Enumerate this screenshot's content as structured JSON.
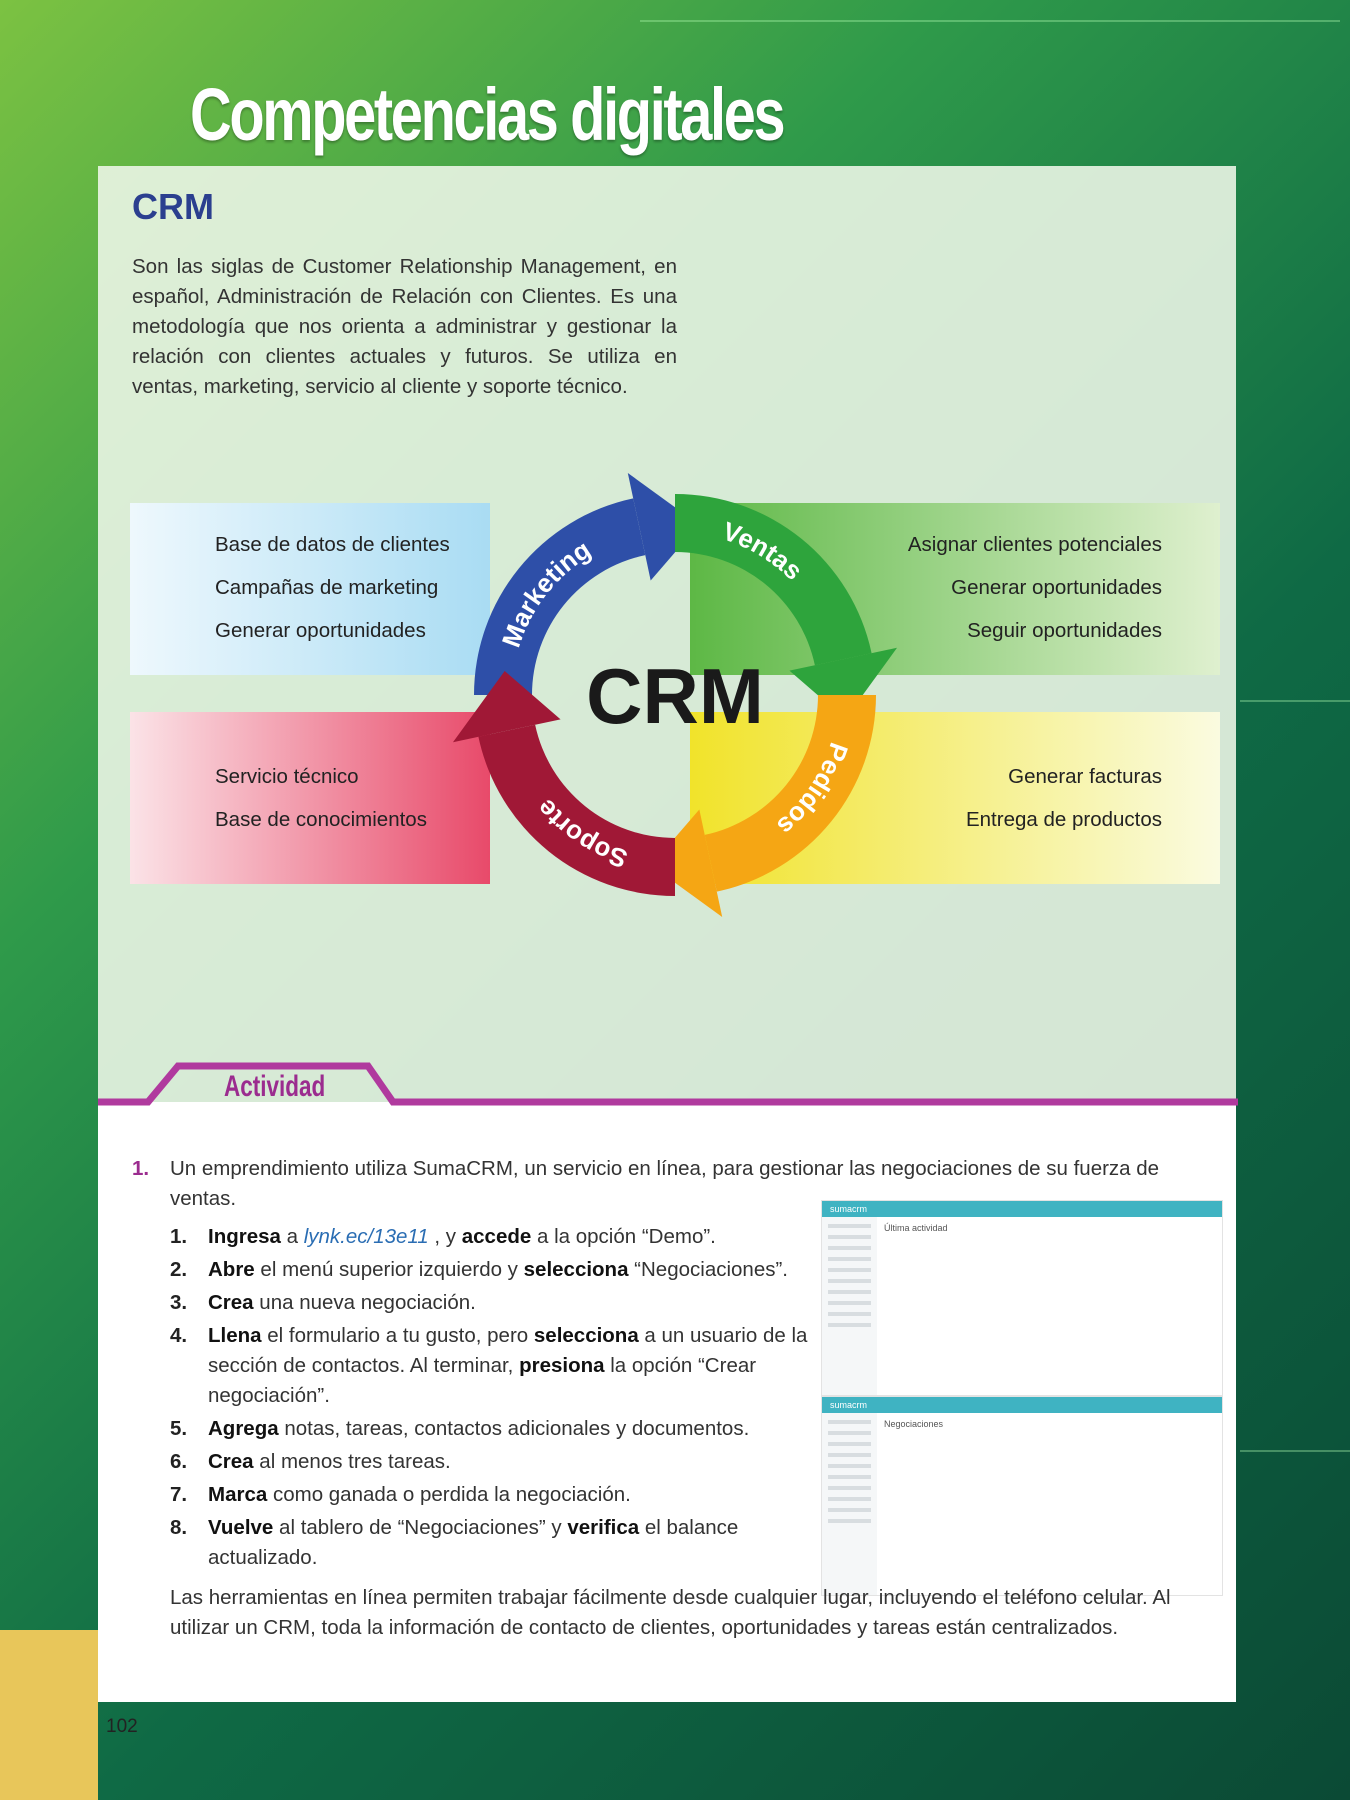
{
  "page": {
    "title": "Competencias digitales",
    "number": "102"
  },
  "crm": {
    "heading": "CRM",
    "intro": "Son las siglas de Customer Relationship Management, en español, Administración de Relación con Clientes. Es una metodología que nos orienta a administrar y gestionar la relación con clientes actuales y futuros. Se utiliza en ventas, marketing, servicio al cliente y soporte técnico."
  },
  "diagram": {
    "center": "CRM",
    "arrows": [
      {
        "label": "Marketing",
        "color": "#2e4fa8"
      },
      {
        "label": "Ventas",
        "color": "#2ea43c"
      },
      {
        "label": "Pedidos",
        "color": "#f5a614"
      },
      {
        "label": "Soporte",
        "color": "#a01836"
      }
    ],
    "marketing": [
      "Base de datos de clientes",
      "Campañas de marketing",
      "Generar oportunidades"
    ],
    "ventas": [
      "Asignar clientes potenciales",
      "Generar oportunidades",
      "Seguir oportunidades"
    ],
    "soporte": [
      "Servicio técnico",
      "Base de conocimientos"
    ],
    "pedidos": [
      "Generar facturas",
      "Entrega de productos"
    ]
  },
  "activity": {
    "tab": "Actividad",
    "q_num": "1.",
    "q_text": "Un emprendimiento utiliza SumaCRM, un servicio en línea, para gestionar las negociaciones de su fuerza de ventas.",
    "steps": [
      {
        "n": "1.",
        "parts": [
          [
            "b",
            "Ingresa"
          ],
          [
            "t",
            " a "
          ],
          [
            "l",
            "lynk.ec/13e11"
          ],
          [
            "t",
            " , y "
          ],
          [
            "b",
            "accede"
          ],
          [
            "t",
            " a la opción “Demo”."
          ]
        ]
      },
      {
        "n": "2.",
        "parts": [
          [
            "b",
            "Abre"
          ],
          [
            "t",
            " el menú superior izquierdo y "
          ],
          [
            "b",
            "selecciona"
          ],
          [
            "t",
            " “Negociaciones”."
          ]
        ]
      },
      {
        "n": "3.",
        "parts": [
          [
            "b",
            "Crea"
          ],
          [
            "t",
            " una nueva negociación."
          ]
        ]
      },
      {
        "n": "4.",
        "parts": [
          [
            "b",
            "Llena"
          ],
          [
            "t",
            " el formulario a tu gusto, pero "
          ],
          [
            "b",
            "selecciona"
          ],
          [
            "t",
            " a un usuario de la sección de contactos. Al terminar, "
          ],
          [
            "b",
            "presiona"
          ],
          [
            "t",
            " la opción “Crear negociación”."
          ]
        ]
      },
      {
        "n": "5.",
        "parts": [
          [
            "b",
            "Agrega"
          ],
          [
            "t",
            " notas, tareas, contactos adicionales y documentos."
          ]
        ]
      },
      {
        "n": "6.",
        "parts": [
          [
            "b",
            "Crea"
          ],
          [
            "t",
            " al menos tres tareas."
          ]
        ]
      },
      {
        "n": "7.",
        "parts": [
          [
            "b",
            "Marca"
          ],
          [
            "t",
            " como ganada o perdida la negociación."
          ]
        ]
      },
      {
        "n": "8.",
        "parts": [
          [
            "b",
            "Vuelve"
          ],
          [
            "t",
            " al tablero de “Negociaciones” y "
          ],
          [
            "b",
            "verifica"
          ],
          [
            "t",
            " el balance actualizado."
          ]
        ]
      }
    ],
    "closing": "Las herramientas en línea permiten trabajar fácilmente desde cualquier lugar, incluyendo el teléfono celular. Al utilizar un CRM, toda la información de contacto de clientes, oportunidades y tareas están centralizados.",
    "screens": [
      {
        "logo": "sumacrm",
        "heading": "Última actividad"
      },
      {
        "logo": "sumacrm",
        "heading": "Negociaciones"
      }
    ]
  },
  "colors": {
    "purple": "#b03a9e",
    "blue": "#2b3f8f"
  }
}
